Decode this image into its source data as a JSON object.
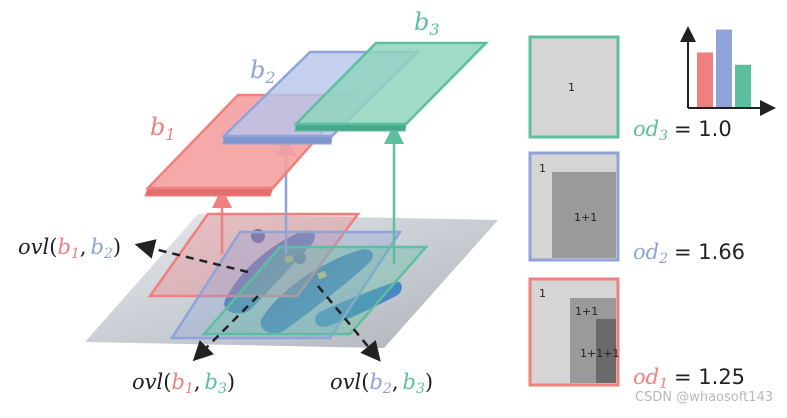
{
  "colors": {
    "b1": "#f07f7f",
    "b2": "#8fa3d9",
    "b3": "#5dbfa0",
    "dark": "#222222",
    "panel_bg": "#d5d5d5",
    "mid_gray": "#9a9a9a",
    "dark_gray": "#6a6a6a"
  },
  "boxes": {
    "b1": {
      "base": "b",
      "sub": "1"
    },
    "b2": {
      "base": "b",
      "sub": "2"
    },
    "b3": {
      "base": "b",
      "sub": "3"
    }
  },
  "overlaps": {
    "b1_b2": {
      "fn": "ovl",
      "open": "(",
      "comma": ",",
      "close": ")",
      "a": "b",
      "a_sub": "1",
      "b": "b",
      "b_sub": "2"
    },
    "b1_b3": {
      "fn": "ovl",
      "open": "(",
      "comma": ",",
      "close": ")",
      "a": "b",
      "a_sub": "1",
      "b": "b",
      "b_sub": "3"
    },
    "b2_b3": {
      "fn": "ovl",
      "open": "(",
      "comma": ",",
      "close": ")",
      "a": "b",
      "a_sub": "2",
      "b": "b",
      "b_sub": "3"
    }
  },
  "panels": {
    "p3": {
      "cells": [
        "1"
      ],
      "label": "od",
      "sub": "3",
      "eq": "= 1.0"
    },
    "p2": {
      "cells": [
        "1",
        "1+1"
      ],
      "label": "od",
      "sub": "2",
      "eq": "= 1.66"
    },
    "p1": {
      "cells": [
        "1",
        "1+1",
        "1+1+1"
      ],
      "label": "od",
      "sub": "1",
      "eq": "= 1.25"
    }
  },
  "mini_bar": {
    "values": [
      0.62,
      0.88,
      0.48
    ],
    "colors": [
      "#f07f7f",
      "#8fa3d9",
      "#5dbfa0"
    ]
  },
  "watermark": "CSDN @whaosoft143"
}
